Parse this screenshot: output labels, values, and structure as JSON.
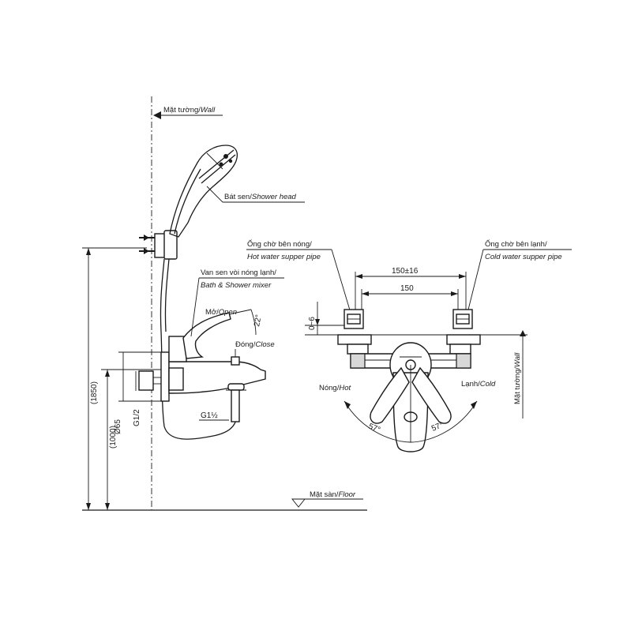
{
  "labels": {
    "wall_top": "Mặt tường/",
    "wall_top_en": "Wall",
    "shower_head": "Bát sen/",
    "shower_head_en": "Shower head",
    "mixer_vi": "Van sen vòi nóng lạnh/",
    "mixer_en": "Bath & Shower mixer",
    "open": "Mở/",
    "open_en": "Open",
    "close": "Đóng/",
    "close_en": "Close",
    "floor": "Mặt sàn/",
    "floor_en": "Floor",
    "hot_pipe_vi": "Ống chờ bên nóng/",
    "hot_pipe_en": "Hot water supper pipe",
    "cold_pipe_vi": "Ống chờ bên lạnh/",
    "cold_pipe_en": "Cold water supper pipe",
    "hot": "Nóng/",
    "hot_en": "Hot",
    "cold": "Lạnh/",
    "cold_en": "Cold",
    "wall_side": "Mặt tường/",
    "wall_side_en": "Wall"
  },
  "dimensions": {
    "height_total": "(1850)",
    "height_mixer": "(1000)",
    "diameter": "Ø65",
    "thread_vertical": "G1/2",
    "thread_spout": "G1½",
    "tilt": "22°",
    "spacing_tol": "150±16",
    "spacing": "150",
    "offset": "0~6",
    "angle_left": "57°",
    "angle_right": "57°"
  }
}
